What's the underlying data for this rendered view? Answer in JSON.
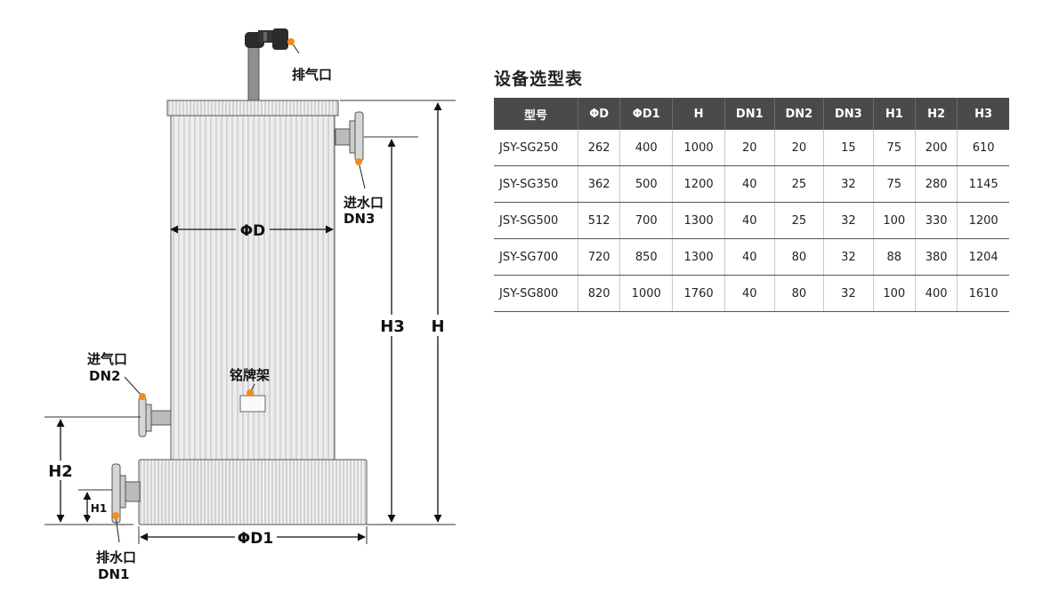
{
  "diagram": {
    "labels": {
      "vent": "排气口",
      "water_in": "进水口",
      "water_in_code": "DN3",
      "air_in": "进气口",
      "air_in_code": "DN2",
      "drain": "排水口",
      "drain_code": "DN1",
      "nameplate": "铭牌架",
      "dim_d": "ΦD",
      "dim_d1": "ΦD1",
      "dim_h": "H",
      "dim_h1": "H1",
      "dim_h2": "H2",
      "dim_h3": "H3"
    },
    "colors": {
      "callout_dot": "#f28c1e",
      "body": "#e9e9e9",
      "table_header": "#4a4a4a"
    }
  },
  "table": {
    "title": "设备选型表",
    "headers": [
      "型号",
      "ΦD",
      "ΦD1",
      "H",
      "DN1",
      "DN2",
      "DN3",
      "H1",
      "H2",
      "H3"
    ],
    "rows": [
      [
        "JSY-SG250",
        "262",
        "400",
        "1000",
        "20",
        "20",
        "15",
        "75",
        "200",
        "610"
      ],
      [
        "JSY-SG350",
        "362",
        "500",
        "1200",
        "40",
        "25",
        "32",
        "75",
        "280",
        "1145"
      ],
      [
        "JSY-SG500",
        "512",
        "700",
        "1300",
        "40",
        "25",
        "32",
        "100",
        "330",
        "1200"
      ],
      [
        "JSY-SG700",
        "720",
        "850",
        "1300",
        "40",
        "80",
        "32",
        "88",
        "380",
        "1204"
      ],
      [
        "JSY-SG800",
        "820",
        "1000",
        "1760",
        "40",
        "80",
        "32",
        "100",
        "400",
        "1610"
      ]
    ]
  }
}
